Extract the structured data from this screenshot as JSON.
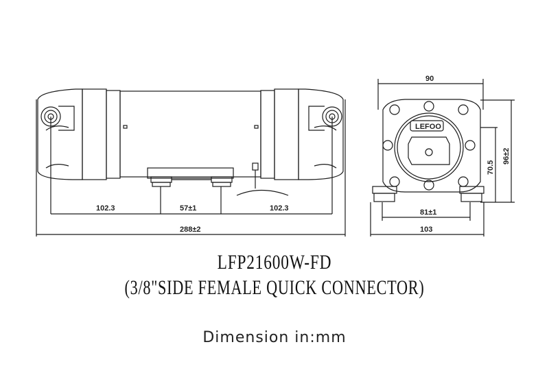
{
  "drawing": {
    "model": "LFP21600W-FD",
    "subtitle": "(3/8\"SIDE FEMALE QUICK CONNECTOR)",
    "units": "Dimension in:mm",
    "brand_label": "LEFOO",
    "side_view": {
      "dimensions": {
        "left_segment": "102.3",
        "middle_segment": "57±1",
        "right_segment": "102.3",
        "overall_length": "288±2"
      }
    },
    "end_view": {
      "dimensions": {
        "top_width": "90",
        "height": "96±2",
        "port_height": "70.5",
        "foot_spacing": "81±1",
        "base_width": "103"
      }
    },
    "colors": {
      "line": "#1a1a1a",
      "background": "#ffffff"
    }
  }
}
